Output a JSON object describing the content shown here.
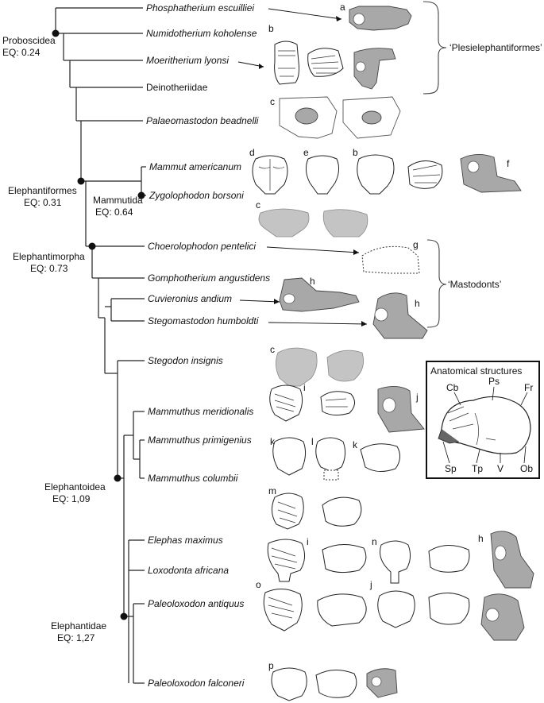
{
  "taxa": [
    "Phosphatherium escuilliei",
    "Numidotherium koholense",
    "Moeritherium lyonsi",
    "Deinotheriidae",
    "Palaeomastodon beadnelli",
    "Mammut americanum",
    "Zygolophodon borsoni",
    "Choerolophodon pentelici",
    "Gomphotherium angustidens",
    "Cuvieronius andium",
    "Stegomastodon humboldti",
    "Stegodon insignis",
    "Mammuthus meridionalis",
    "Mammuthus primigenius",
    "Mammuthus columbii",
    "Elephas maximus",
    "Loxodonta africana",
    "Paleoloxodon antiquus",
    "Paleoloxodon falconeri"
  ],
  "clades": {
    "proboscidea": {
      "name": "Proboscidea",
      "eq": "EQ: 0.24"
    },
    "elephantiformes": {
      "name": "Elephantiformes",
      "eq": "EQ: 0.31"
    },
    "mammutida": {
      "name": "Mammutida",
      "eq": "EQ: 0.64"
    },
    "elephantimorpha": {
      "name": "Elephantimorpha",
      "eq": "EQ: 0.73"
    },
    "elephantoidea": {
      "name": "Elephantoidea",
      "eq": "EQ: 1,09"
    },
    "elephantidae": {
      "name": "Elephantidae",
      "eq": "EQ: 1,27"
    }
  },
  "groups": {
    "plesielephantiformes": "‘Plesielephantiformes’",
    "mastodonts": "‘Mastodonts’"
  },
  "panel_letters": {
    "a": "a",
    "b": "b",
    "c": "c",
    "d": "d",
    "e": "e",
    "f": "f",
    "g": "g",
    "h": "h",
    "i": "i",
    "j": "j",
    "k": "k",
    "l": "l",
    "m": "m",
    "n": "n",
    "o": "o",
    "p": "p"
  },
  "anatomy": {
    "title": "Anatomical structures",
    "labels": {
      "cb": "Cb",
      "ps": "Ps",
      "fr": "Fr",
      "sp": "Sp",
      "tp": "Tp",
      "v": "V",
      "ob": "Ob"
    }
  }
}
